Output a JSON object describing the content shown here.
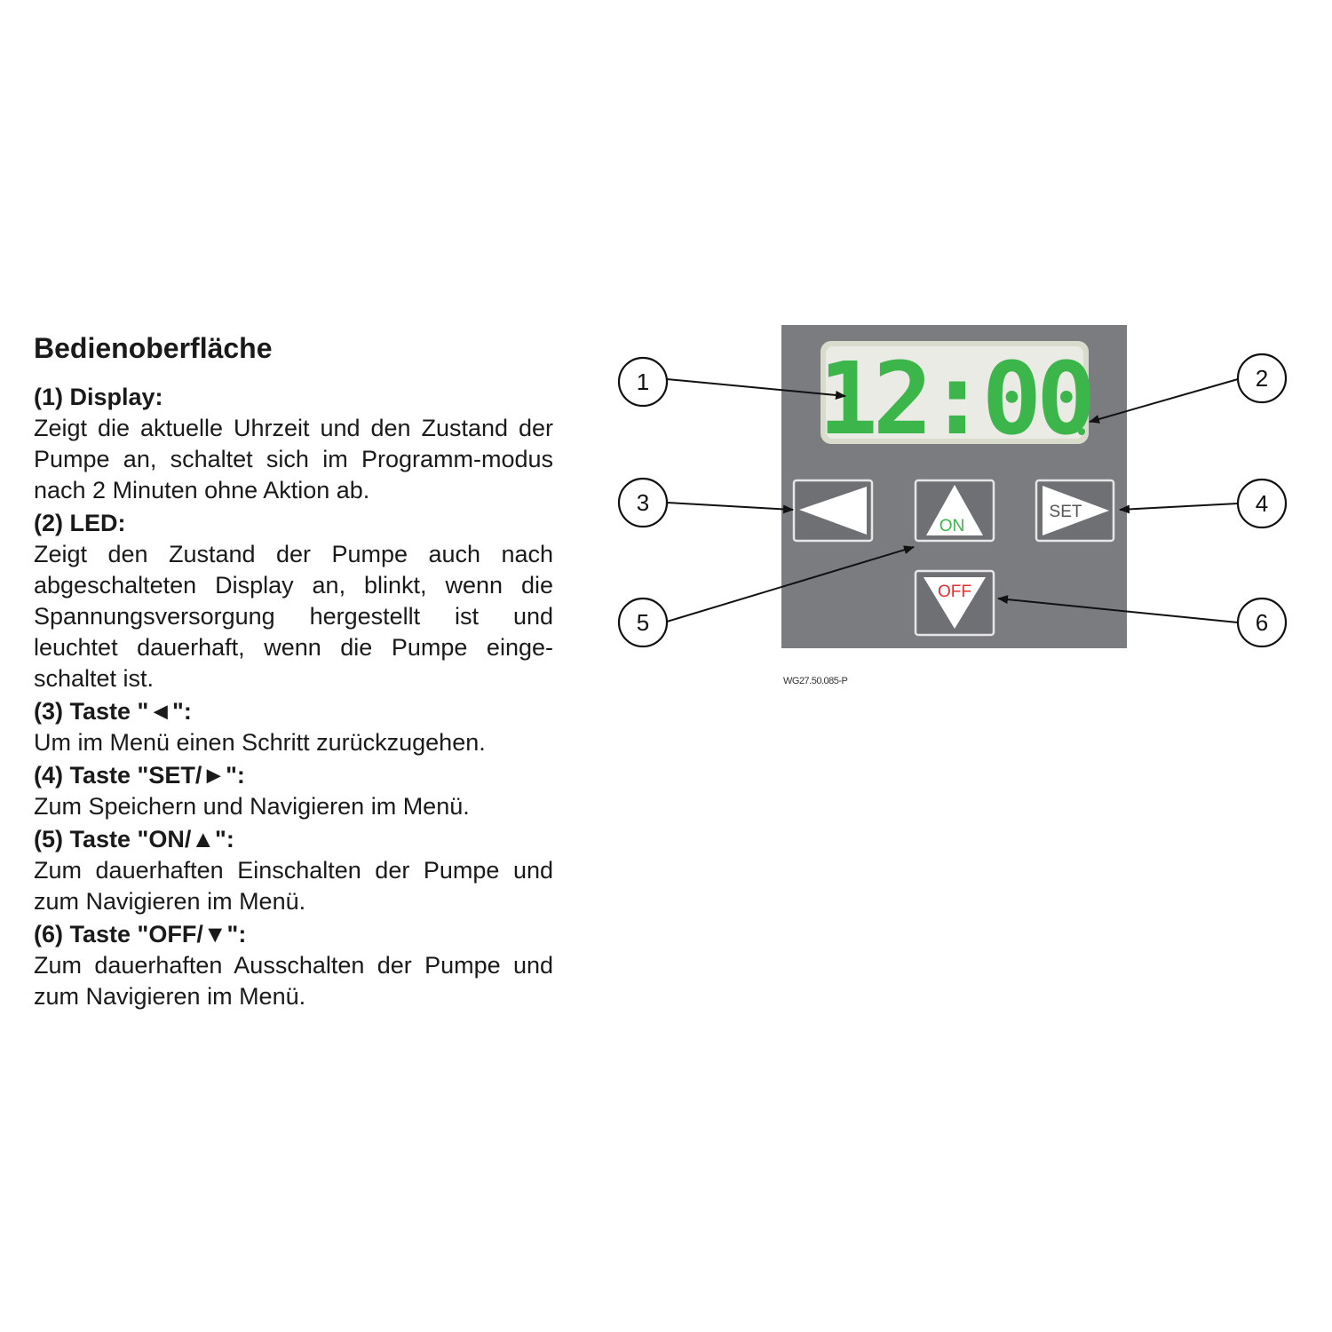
{
  "title": "Bedienoberfläche",
  "sections": [
    {
      "heading": "(1) Display:",
      "body": "Zeigt die aktuelle Uhrzeit und den Zustand der Pumpe an, schaltet sich im Programm-modus nach 2 Minuten ohne Aktion ab."
    },
    {
      "heading": "(2) LED:",
      "body": "Zeigt den Zustand der Pumpe auch nach abgeschalteten Display an, blinkt, wenn die Spannungsversorgung hergestellt ist und leuchtet dauerhaft, wenn die Pumpe einge-schaltet ist."
    },
    {
      "heading": "(3) Taste \"◄\":",
      "body": "Um im Menü einen Schritt zurückzugehen."
    },
    {
      "heading": "(4) Taste \"SET/►\":",
      "body": "Zum Speichern und Navigieren im Menü."
    },
    {
      "heading": "(5) Taste \"ON/▲\":",
      "body": "Zum dauerhaften Einschalten der Pumpe und zum Navigieren im Menü."
    },
    {
      "heading": "(6) Taste \"OFF/▼\":",
      "body": "Zum dauerhaften Ausschalten der Pumpe und zum Navigieren im Menü."
    }
  ],
  "figure": {
    "display_time": "12:00",
    "callouts": [
      "1",
      "2",
      "3",
      "4",
      "5",
      "6"
    ],
    "button_labels": {
      "on": "ON",
      "off": "OFF",
      "set": "SET"
    },
    "code": "WG27.50.085-P",
    "colors": {
      "panel": "#7a7c80",
      "digits": "#3cb54a",
      "on_label": "#3cb54a",
      "off_label": "#e03030"
    }
  }
}
